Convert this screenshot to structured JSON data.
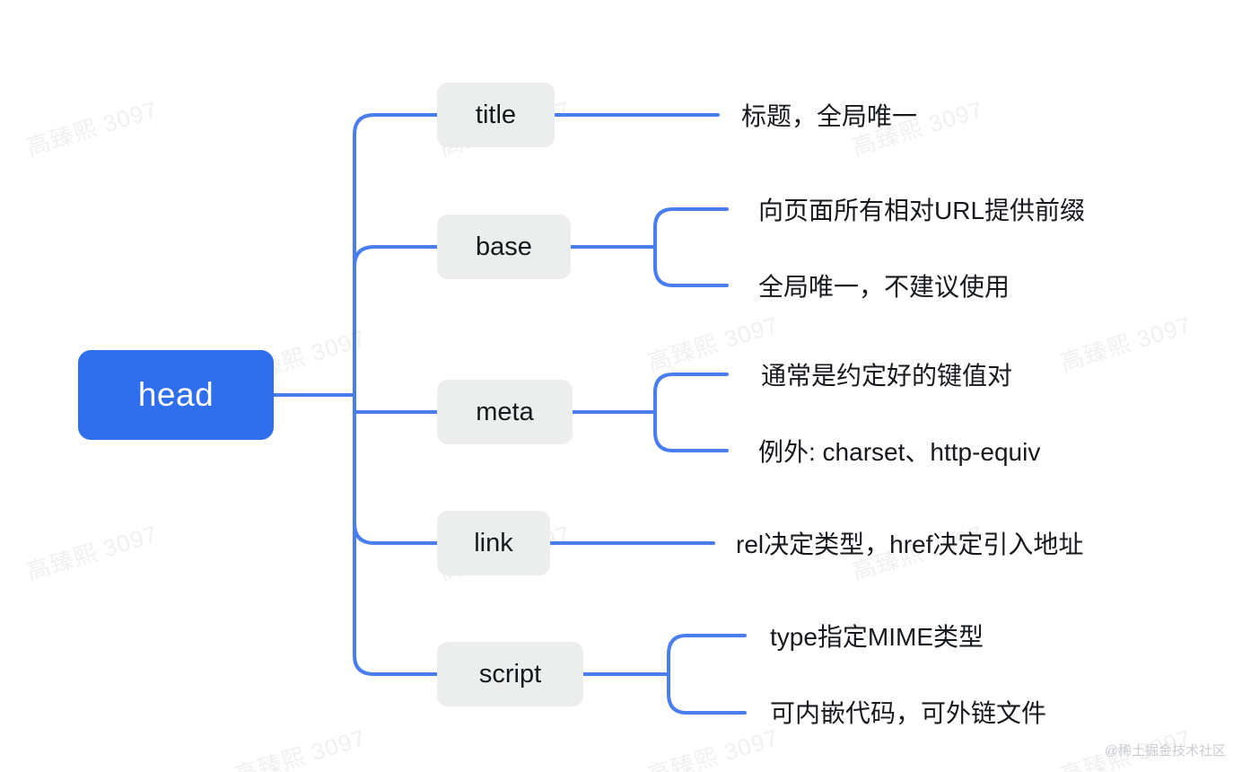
{
  "diagram": {
    "type": "mindmap",
    "title": "head",
    "root": {
      "label": "head",
      "color": "#2f6fed",
      "text_color": "#ffffff"
    },
    "branch_style": {
      "fill": "#eceded",
      "text_color": "#15181c",
      "link_color": "#4a7eee"
    },
    "branches": [
      {
        "label": "title",
        "children": [
          {
            "label": "标题，全局唯一"
          }
        ]
      },
      {
        "label": "base",
        "children": [
          {
            "label": "向页面所有相对URL提供前缀"
          },
          {
            "label": "全局唯一，不建议使用"
          }
        ]
      },
      {
        "label": "meta",
        "children": [
          {
            "label": "通常是约定好的键值对"
          },
          {
            "label": "例外: charset、http-equiv"
          }
        ]
      },
      {
        "label": "link",
        "children": [
          {
            "label": "rel决定类型，href决定引入地址"
          }
        ]
      },
      {
        "label": "script",
        "children": [
          {
            "label": "type指定MIME类型"
          },
          {
            "label": "可内嵌代码，可外链文件"
          }
        ]
      }
    ]
  },
  "watermark": {
    "text": "高臻熙 3097",
    "credit": "@稀土掘金技术社区"
  }
}
